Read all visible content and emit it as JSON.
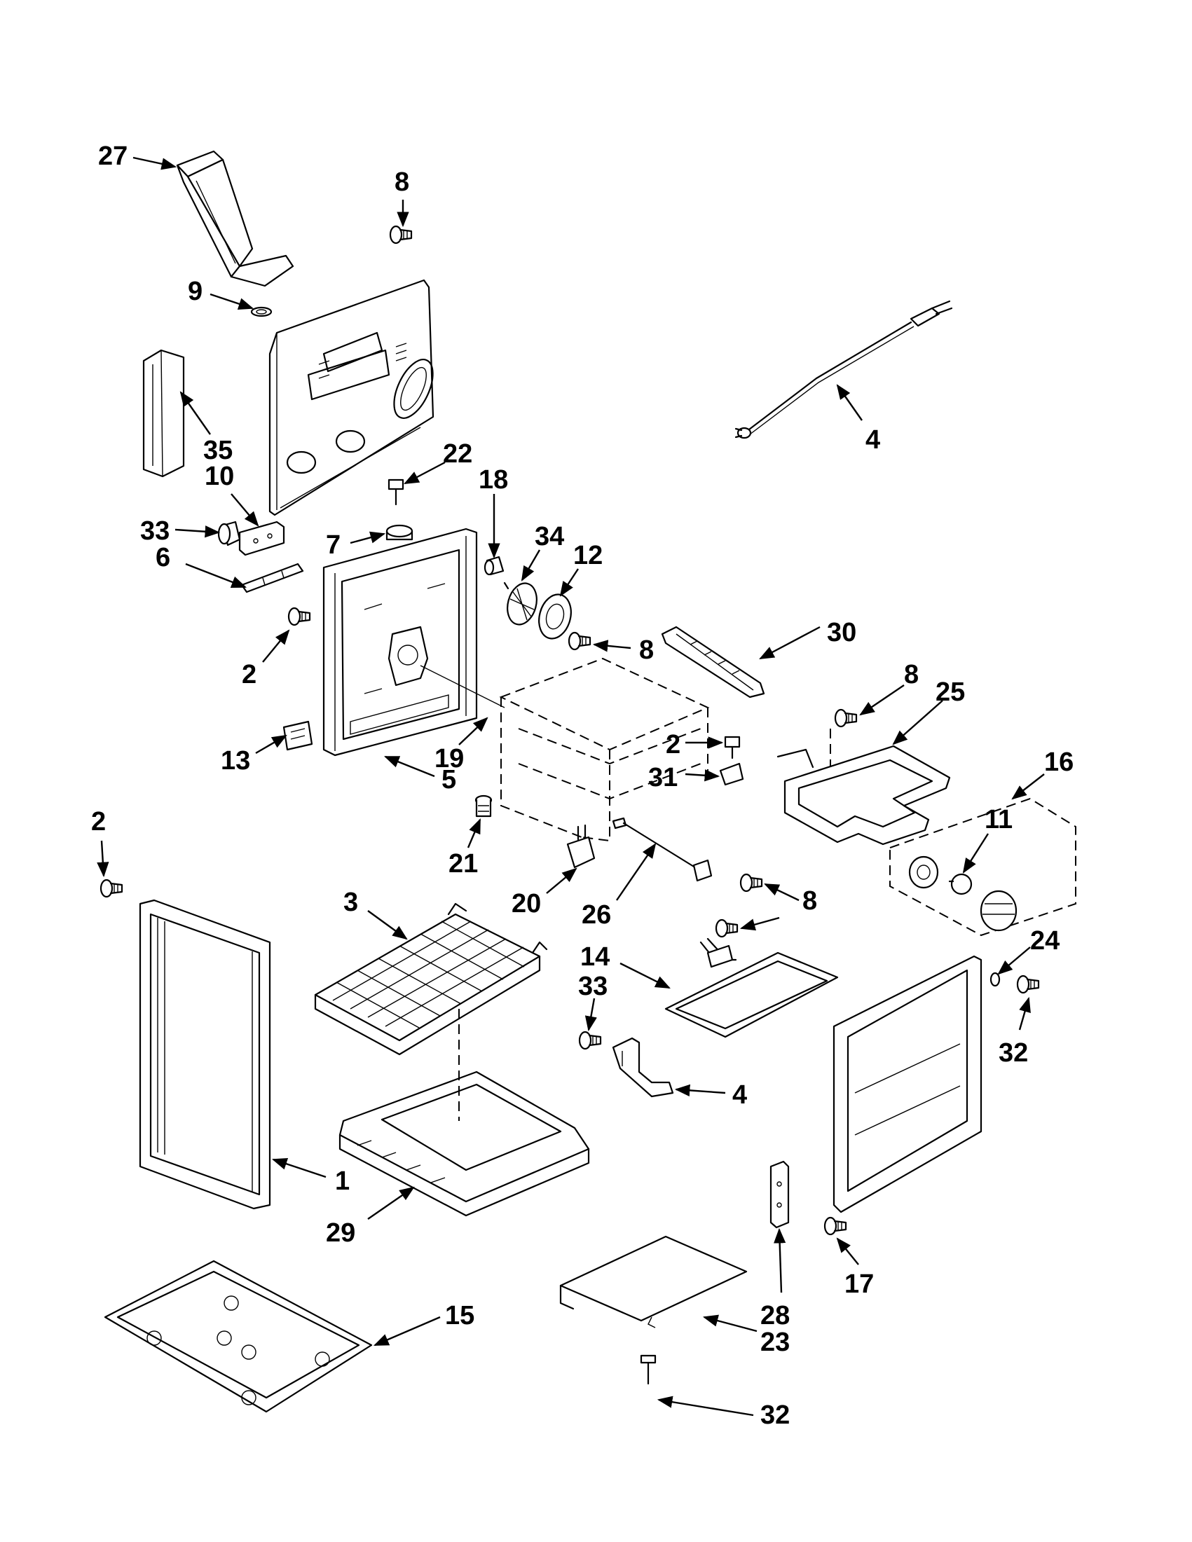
{
  "diagram": {
    "type": "exploded-parts-view",
    "callouts": [
      {
        "id": "c27",
        "label": "27"
      },
      {
        "id": "c8a",
        "label": "8"
      },
      {
        "id": "c9",
        "label": "9"
      },
      {
        "id": "c35",
        "label": "35"
      },
      {
        "id": "c10",
        "label": "10"
      },
      {
        "id": "c33a",
        "label": "33"
      },
      {
        "id": "c6",
        "label": "6"
      },
      {
        "id": "c22",
        "label": "22"
      },
      {
        "id": "c7",
        "label": "7"
      },
      {
        "id": "c18",
        "label": "18"
      },
      {
        "id": "c34",
        "label": "34"
      },
      {
        "id": "c12",
        "label": "12"
      },
      {
        "id": "c4a",
        "label": "4"
      },
      {
        "id": "c8b",
        "label": "8"
      },
      {
        "id": "c30",
        "label": "30"
      },
      {
        "id": "c2a",
        "label": "2"
      },
      {
        "id": "c8c",
        "label": "8"
      },
      {
        "id": "c25",
        "label": "25"
      },
      {
        "id": "c19",
        "label": "19"
      },
      {
        "id": "c13",
        "label": "13"
      },
      {
        "id": "c5",
        "label": "5"
      },
      {
        "id": "c16",
        "label": "16"
      },
      {
        "id": "c2b",
        "label": "2"
      },
      {
        "id": "c31",
        "label": "31"
      },
      {
        "id": "c11",
        "label": "11"
      },
      {
        "id": "c2c",
        "label": "2"
      },
      {
        "id": "c21",
        "label": "21"
      },
      {
        "id": "c20",
        "label": "20"
      },
      {
        "id": "c26",
        "label": "26"
      },
      {
        "id": "c8d",
        "label": "8"
      },
      {
        "id": "c3",
        "label": "3"
      },
      {
        "id": "c14",
        "label": "14"
      },
      {
        "id": "c24",
        "label": "24"
      },
      {
        "id": "c33b",
        "label": "33"
      },
      {
        "id": "c32a",
        "label": "32"
      },
      {
        "id": "c4b",
        "label": "4"
      },
      {
        "id": "c1",
        "label": "1"
      },
      {
        "id": "c29",
        "label": "29"
      },
      {
        "id": "c17",
        "label": "17"
      },
      {
        "id": "c15",
        "label": "15"
      },
      {
        "id": "c28",
        "label": "28"
      },
      {
        "id": "c23",
        "label": "23"
      },
      {
        "id": "c32b",
        "label": "32"
      }
    ]
  }
}
